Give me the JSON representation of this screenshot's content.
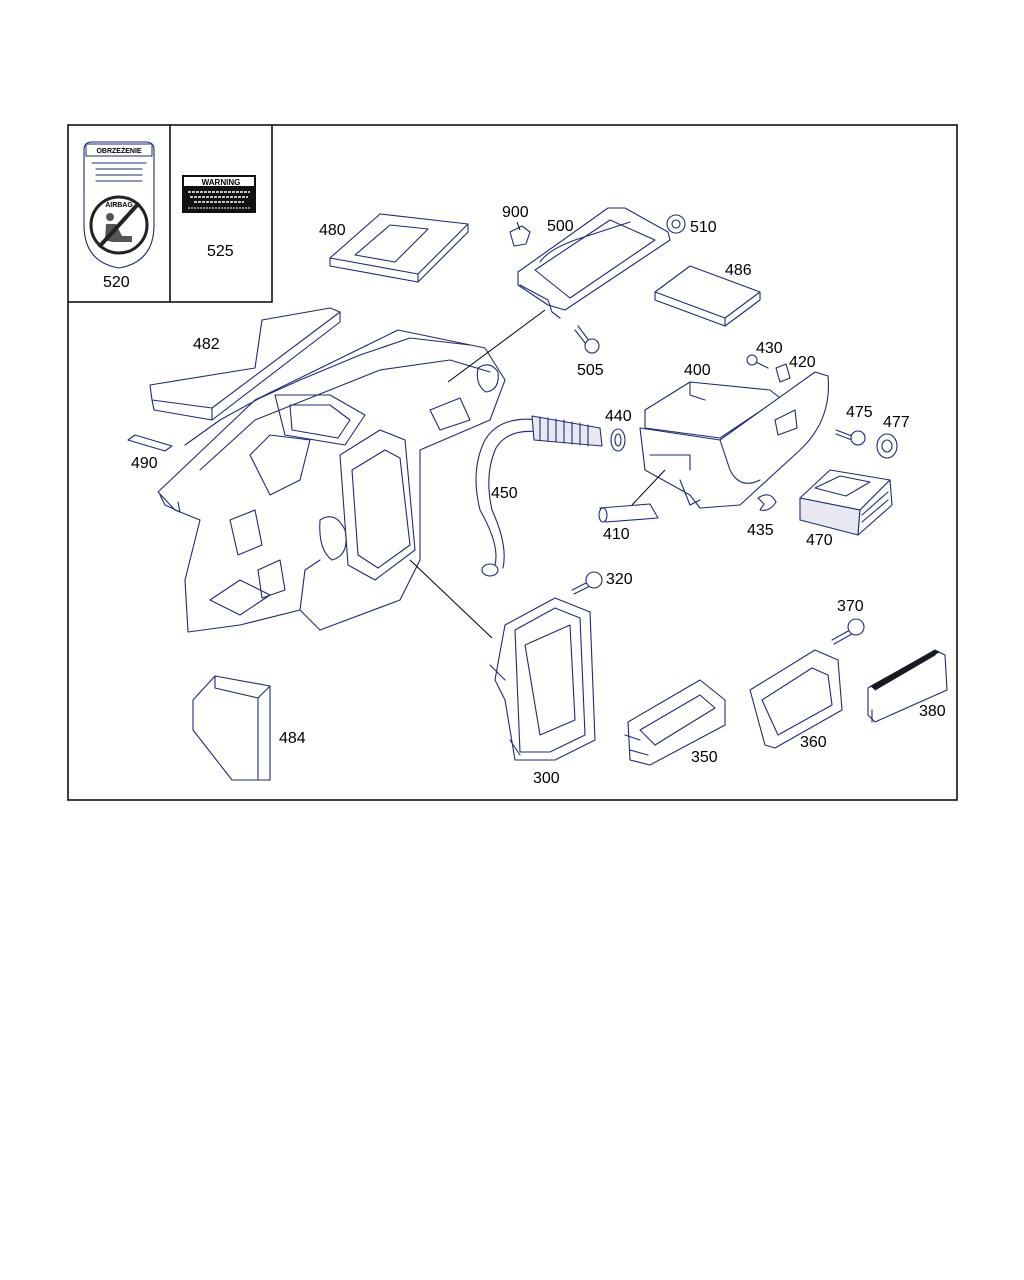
{
  "diagram": {
    "labels": {
      "p520": "520",
      "p525": "525",
      "p480": "480",
      "p900": "900",
      "p500": "500",
      "p510": "510",
      "p486": "486",
      "p482": "482",
      "p505": "505",
      "p430": "430",
      "p420": "420",
      "p400": "400",
      "p440": "440",
      "p475": "475",
      "p477": "477",
      "p490": "490",
      "p450": "450",
      "p410": "410",
      "p435": "435",
      "p470": "470",
      "p320": "320",
      "p370": "370",
      "p484": "484",
      "p300": "300",
      "p350": "350",
      "p360": "360",
      "p380": "380"
    },
    "sticker_520": {
      "title": "OBRZEŻENIE",
      "badge": "AIRBAG"
    },
    "sticker_525": {
      "title": "WARNING"
    }
  }
}
